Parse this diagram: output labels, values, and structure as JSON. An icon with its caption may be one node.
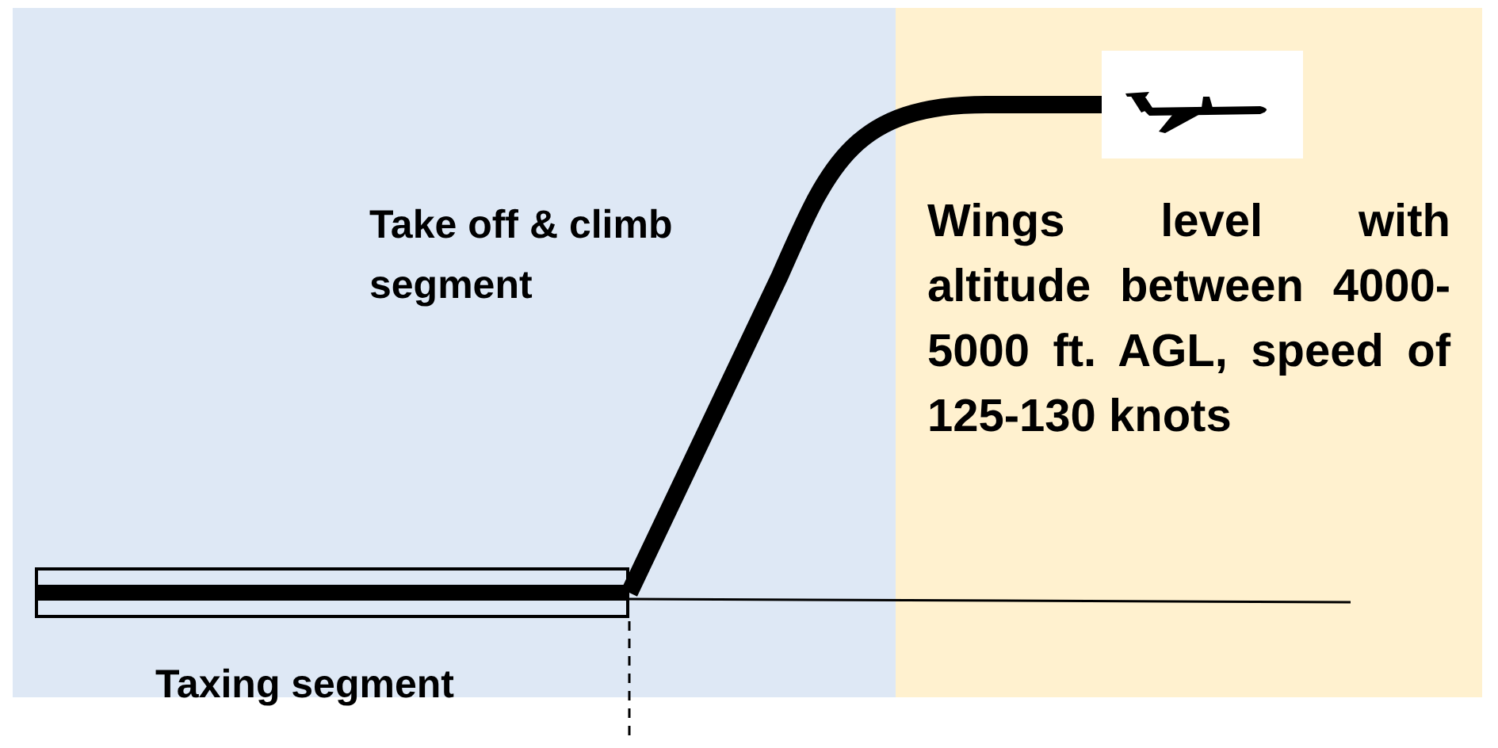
{
  "diagram": {
    "nodes": [
      {
        "text": [
          "Take off & climb segment",
          "Taxing segment"
        ]
      },
      {
        "text": [
          "Wings level with altitude between 4000-5000 ft. AGL, speed of 125-130 knots"
        ]
      },
      {
        "text": [],
        "shape": "bar",
        "in": 0
      },
      {
        "text": [],
        "shape": "picture",
        "in": 1
      }
    ],
    "edges": [
      {
        "from": 2,
        "to": 3,
        "arrow": "none"
      }
    ]
  }
}
